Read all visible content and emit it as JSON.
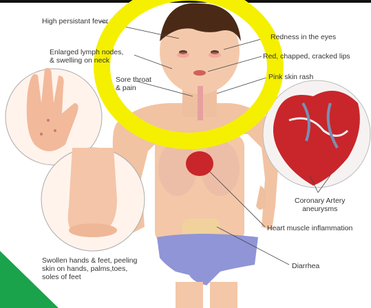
{
  "labels": {
    "fever": "High persistant fever",
    "lymph": "Enlarged lymph nodes,\n& swelling on neck",
    "throat": "Sore throat\n& pain",
    "eyes": "Redness in the eyes",
    "lips": "Red, chapped, cracked lips",
    "rash": "Pink skin rash",
    "coronary": "Coronary Artery\naneurysms",
    "heart": "Heart muscle inflammation",
    "diarrhea": "Diarrhea",
    "hands_feet": "Swollen hands & feet, peeling\nskin on hands, palms,toes,\nsoles of feet"
  },
  "colors": {
    "highlight_ring": "#f5f000",
    "corner": "#1aa34a",
    "shorts": "#8f95d6",
    "skin": "#f3c7a8",
    "hair": "#4a2a16",
    "heart": "#c8262b"
  }
}
